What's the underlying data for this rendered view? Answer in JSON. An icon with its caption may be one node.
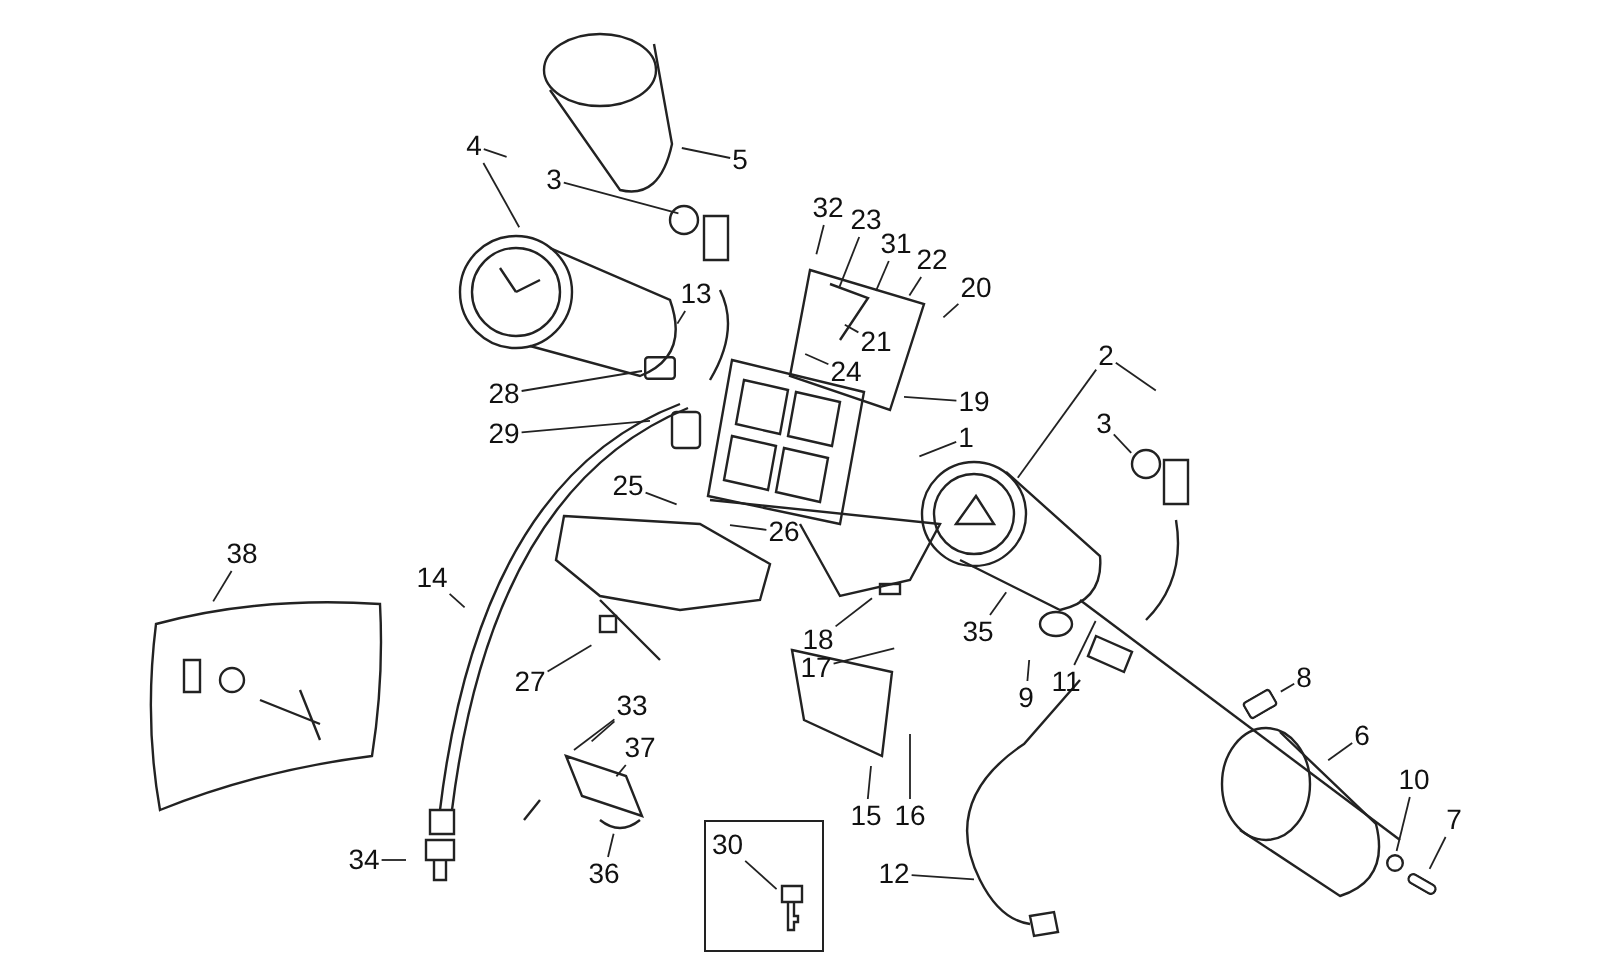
{
  "diagram": {
    "nodes": [
      {
        "text": [
          "4"
        ]
      },
      {
        "text": [
          "3"
        ]
      },
      {
        "text": [
          "5"
        ]
      },
      {
        "text": [
          "32"
        ]
      },
      {
        "text": [
          "23"
        ]
      },
      {
        "text": [
          "31"
        ]
      },
      {
        "text": [
          "22"
        ]
      },
      {
        "text": [
          "20"
        ]
      },
      {
        "text": [
          "13"
        ]
      },
      {
        "text": [
          "21"
        ]
      },
      {
        "text": [
          "24"
        ]
      },
      {
        "text": [
          "2"
        ]
      },
      {
        "text": [
          "28"
        ]
      },
      {
        "text": [
          "19"
        ]
      },
      {
        "text": [
          "3"
        ]
      },
      {
        "text": [
          "29"
        ]
      },
      {
        "text": [
          "1"
        ]
      },
      {
        "text": [
          "25"
        ]
      },
      {
        "text": [
          "26"
        ]
      },
      {
        "text": [
          "38"
        ]
      },
      {
        "text": [
          "14"
        ]
      },
      {
        "text": [
          "18"
        ]
      },
      {
        "text": [
          "35"
        ]
      },
      {
        "text": [
          "17"
        ]
      },
      {
        "text": [
          "8"
        ]
      },
      {
        "text": [
          "27"
        ]
      },
      {
        "text": [
          "11"
        ]
      },
      {
        "text": [
          "9"
        ]
      },
      {
        "text": [
          "33"
        ]
      },
      {
        "text": [
          "6"
        ]
      },
      {
        "text": [
          "37"
        ]
      },
      {
        "text": [
          "10"
        ]
      },
      {
        "text": [
          "7"
        ]
      },
      {
        "text": [
          "15"
        ]
      },
      {
        "text": [
          "16"
        ]
      },
      {
        "text": [
          "30"
        ]
      },
      {
        "text": [
          "34"
        ]
      },
      {
        "text": [
          "36"
        ]
      },
      {
        "text": [
          "12"
        ]
      },
      {
        "text": [],
        "shape": "box"
      },
      {
        "text": [],
        "shape": "box"
      },
      {
        "text": [],
        "shape": "circle"
      },
      {
        "text": [],
        "shape": "bar"
      }
    ],
    "edges": [
      {
        "from": 0,
        "to": null,
        "arrow": "none"
      },
      {
        "from": 0,
        "to": null,
        "arrow": "none"
      },
      {
        "from": 1,
        "to": null,
        "arrow": "none"
      },
      {
        "from": 2,
        "to": null,
        "arrow": "none"
      },
      {
        "from": 3,
        "to": null,
        "arrow": "none"
      },
      {
        "from": 4,
        "to": null,
        "arrow": "none"
      },
      {
        "from": 5,
        "to": null,
        "arrow": "none"
      },
      {
        "from": 6,
        "to": null,
        "arrow": "none"
      },
      {
        "from": 7,
        "to": null,
        "arrow": "none"
      },
      {
        "from": 8,
        "to": null,
        "arrow": "none"
      },
      {
        "from": 9,
        "to": null,
        "arrow": "none"
      },
      {
        "from": 10,
        "to": null,
        "arrow": "none"
      },
      {
        "from": 11,
        "to": null,
        "arrow": "none"
      },
      {
        "from": 11,
        "to": null,
        "arrow": "none"
      },
      {
        "from": 12,
        "to": 39,
        "arrow": "none"
      },
      {
        "from": 13,
        "to": null,
        "arrow": "none"
      },
      {
        "from": 14,
        "to": null,
        "arrow": "none"
      },
      {
        "from": 15,
        "to": null,
        "arrow": "none"
      },
      {
        "from": 16,
        "to": null,
        "arrow": "none"
      },
      {
        "from": 17,
        "to": null,
        "arrow": "none"
      },
      {
        "from": 18,
        "to": null,
        "arrow": "none"
      },
      {
        "from": 19,
        "to": null,
        "arrow": "none"
      },
      {
        "from": 20,
        "to": null,
        "arrow": "none"
      },
      {
        "from": 21,
        "to": null,
        "arrow": "none"
      },
      {
        "from": 22,
        "to": null,
        "arrow": "none"
      },
      {
        "from": 23,
        "to": null,
        "arrow": "none"
      },
      {
        "from": 24,
        "to": 40,
        "arrow": "none"
      },
      {
        "from": 25,
        "to": null,
        "arrow": "none"
      },
      {
        "from": 26,
        "to": null,
        "arrow": "none"
      },
      {
        "from": 27,
        "to": null,
        "arrow": "none"
      },
      {
        "from": 28,
        "to": null,
        "arrow": "none"
      },
      {
        "from": 28,
        "to": null,
        "arrow": "none"
      },
      {
        "from": 29,
        "to": null,
        "arrow": "none"
      },
      {
        "from": 30,
        "to": null,
        "arrow": "none"
      },
      {
        "from": 31,
        "to": 41,
        "arrow": "none"
      },
      {
        "from": 32,
        "to": 42,
        "arrow": "none"
      },
      {
        "from": 33,
        "to": null,
        "arrow": "none"
      },
      {
        "from": 34,
        "to": null,
        "arrow": "none"
      },
      {
        "from": 35,
        "to": null,
        "arrow": "none"
      },
      {
        "from": 36,
        "to": null,
        "arrow": "none"
      },
      {
        "from": 37,
        "to": null,
        "arrow": "none"
      },
      {
        "from": 38,
        "to": null,
        "arrow": "none"
      }
    ]
  }
}
